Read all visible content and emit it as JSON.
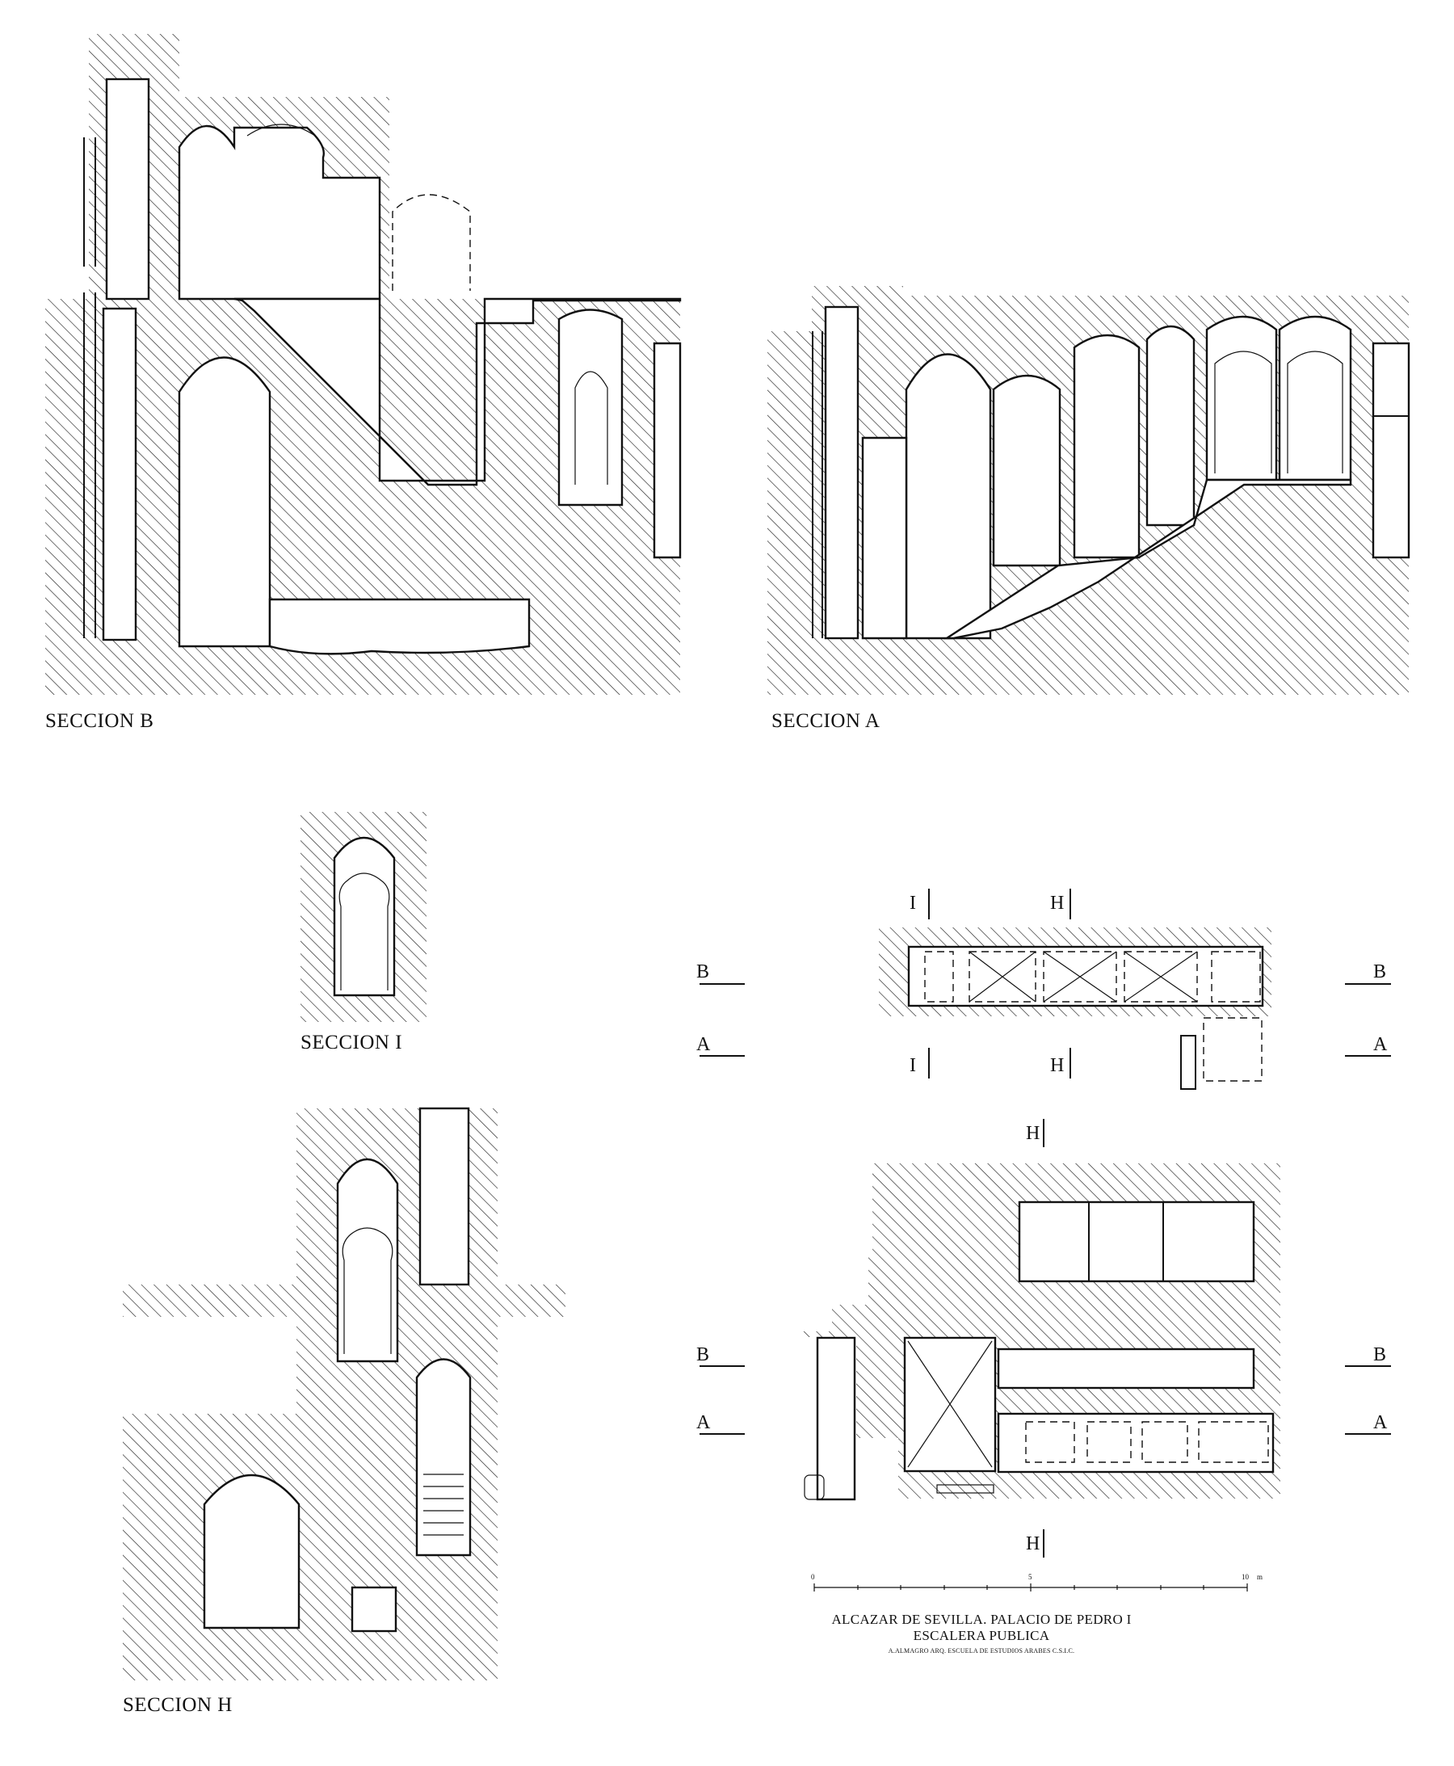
{
  "labels": {
    "section_b": "SECCION B",
    "section_a": "SECCION A",
    "section_i": "SECCION I",
    "section_h": "SECCION H"
  },
  "cut_marks": {
    "a": "A",
    "b": "B",
    "h": "H",
    "i": "I"
  },
  "scale_bar": {
    "start": "0",
    "middle": "5",
    "end": "10",
    "unit": "m"
  },
  "title_block": {
    "line1": "ALCAZAR DE SEVILLA. PALACIO DE PEDRO I",
    "line2": "ESCALERA PUBLICA",
    "line3": "A.ALMAGRO ARQ. ESCUELA DE ESTUDIOS ARABES C.S.I.C."
  },
  "colors": {
    "ink": "#111111",
    "paper": "#ffffff"
  }
}
